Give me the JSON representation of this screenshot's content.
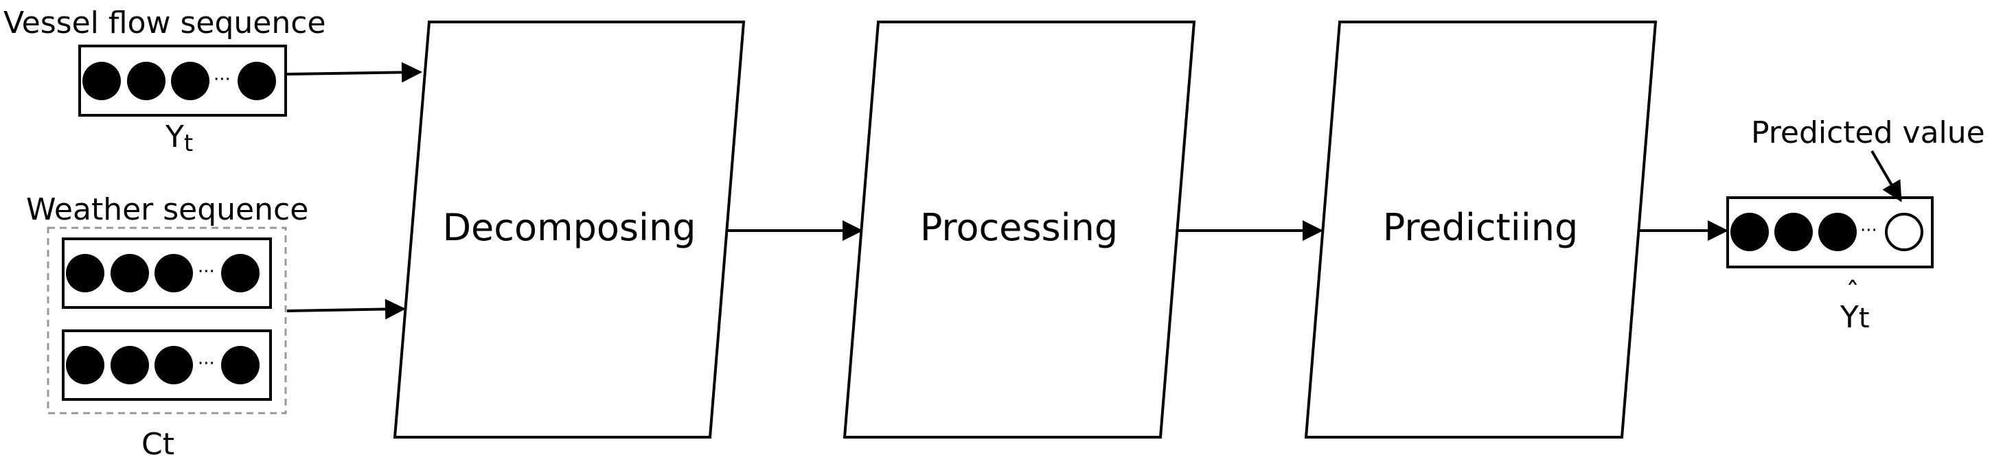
{
  "inputs": {
    "vessel": {
      "title": "Vessel flow sequence",
      "symbol": "Y",
      "subscript": "t"
    },
    "weather": {
      "title": "Weather sequence",
      "symbol": "Ct"
    }
  },
  "stages": [
    {
      "label": "Decomposing"
    },
    {
      "label": "Processing"
    },
    {
      "label": "Predictiing"
    }
  ],
  "output": {
    "title": "Predicted value",
    "hat": "ˆ",
    "symbol": "Y",
    "subscript": "t"
  },
  "sequence_ellipsis": "···",
  "colors": {
    "stroke": "#000000",
    "dashed_group": "#999999",
    "filled_dot": "#000000",
    "empty_dot": "#ffffff"
  }
}
